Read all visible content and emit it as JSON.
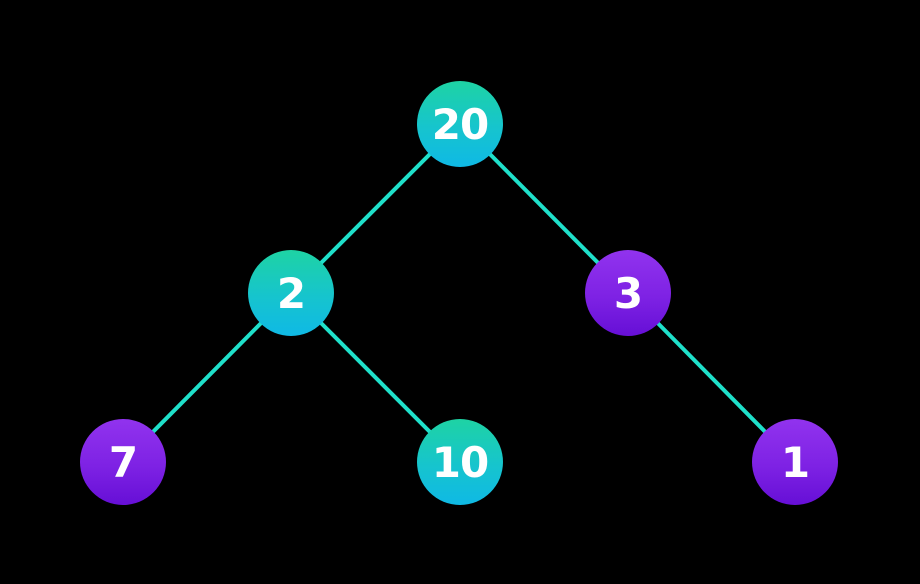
{
  "diagram": {
    "type": "binary-tree",
    "colors": {
      "background": "#000000",
      "edge": "#1FE0CA",
      "node_text": "#FFFFFF",
      "cyan_gradient_top": "#1ED3A4",
      "cyan_gradient_bottom": "#0FB9E5",
      "purple_gradient_top": "#9133EE",
      "purple_gradient_bottom": "#660FD6"
    },
    "nodes": [
      {
        "id": "root",
        "value": "20",
        "variant": "cyan"
      },
      {
        "id": "left",
        "value": "2",
        "variant": "cyan"
      },
      {
        "id": "right",
        "value": "3",
        "variant": "purple"
      },
      {
        "id": "left-left",
        "value": "7",
        "variant": "purple"
      },
      {
        "id": "left-right",
        "value": "10",
        "variant": "cyan"
      },
      {
        "id": "right-right",
        "value": "1",
        "variant": "purple"
      }
    ],
    "edges": [
      {
        "from": "root",
        "to": "left"
      },
      {
        "from": "root",
        "to": "right"
      },
      {
        "from": "left",
        "to": "left-left"
      },
      {
        "from": "left",
        "to": "left-right"
      },
      {
        "from": "right",
        "to": "right-right"
      }
    ]
  }
}
